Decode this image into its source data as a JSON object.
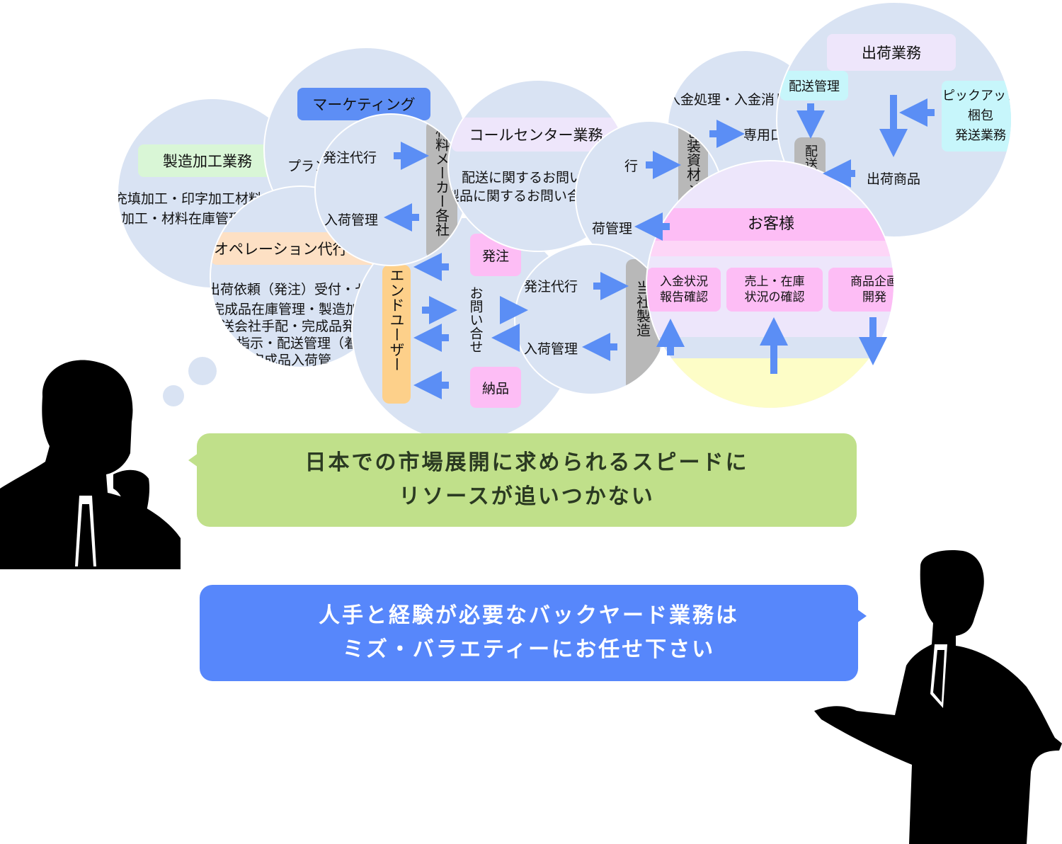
{
  "bubbles": {
    "manufacturing": {
      "title": "製造加工業務",
      "line1": "充填加工・印字加工材料",
      "line2": "加工・材料在庫管理"
    },
    "marketing": {
      "title": "マーケティング",
      "plan": "プラン"
    },
    "operation": {
      "title": "オペレーション代行・物",
      "line1": "出荷依頼（発注）受付・セット 梱",
      "line2": "完成品在庫管理・製造加工指",
      "line3": "送会社手配・完成品発注",
      "line4": "指示・配送管理（着荷",
      "line5": "完成品入荷管"
    },
    "order_center": {
      "order_agency": "発注代行",
      "arrival": "入荷管理",
      "supplier_bar": "材料メーカー各社"
    },
    "flow": {
      "end_user": "エンドユーザー",
      "order": "発注",
      "inquiry": "お問い合せ",
      "delivery": "納品"
    },
    "callcenter": {
      "title": "コールセンター業務",
      "line1": "配送に関するお問い合せ",
      "line2": "製品に関するお問い合せ・そ"
    },
    "materials": {
      "agency_partial": "行",
      "arrival_partial": "荷管理",
      "bar": "包装資材メーカー各社"
    },
    "factory": {
      "order_agency": "発注代行",
      "arrival": "入荷管理",
      "bar": "当社製造"
    },
    "payment": {
      "line1": "入金処理・入金消し",
      "dedicated": "専用口"
    },
    "shipping": {
      "title": "出荷業務",
      "delivery_mgmt": "配送管理",
      "pickup1": "ピックアップ",
      "pickup2": "梱包",
      "pickup3": "発送業務",
      "bar": "配送",
      "products": "出荷商品"
    },
    "customer": {
      "title": "お客様",
      "box1a": "入金状況",
      "box1b": "報告確認",
      "box2a": "売上・在庫",
      "box2b": "状況の確認",
      "box3a": "商品企画",
      "box3b": "開発"
    }
  },
  "messages": {
    "problem": {
      "line1": "日本での市場展開に求められるスピードに",
      "line2": "リソースが追いつかない"
    },
    "solution": {
      "line1": "人手と経験が必要なバックヤード業務は",
      "line2": "ミズ・バラエティーにお任せ下さい"
    }
  },
  "colors": {
    "bubble": "#d9e3f3",
    "arrow": "#5b8ef5",
    "green_box": "#c0e08a",
    "blue_box": "#5787fb",
    "marketing": "#5d8ef5",
    "mint": "#d9f6d6",
    "peach": "#fde0c4",
    "pink": "#fdbdf5",
    "lavender": "#eee6fb",
    "cyan": "#c7f6fb",
    "gray_bar": "#b8b8b8",
    "orange_bar": "#fdd08a",
    "yellow": "#fdfdc7"
  }
}
